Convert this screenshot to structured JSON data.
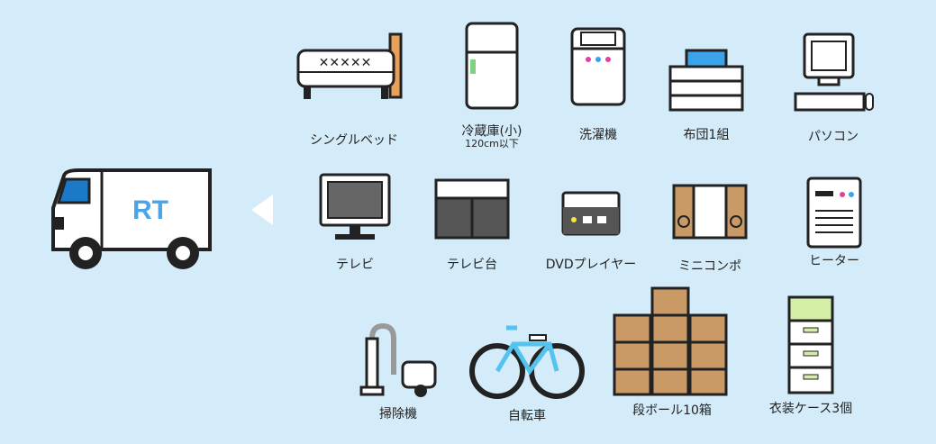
{
  "truck": {
    "logo": "RT"
  },
  "items": [
    {
      "label": "シングルベッド"
    },
    {
      "label": "冷蔵庫(小)",
      "sublabel": "120cm以下"
    },
    {
      "label": "洗濯機"
    },
    {
      "label": "布団1組"
    },
    {
      "label": "パソコン"
    },
    {
      "label": "テレビ"
    },
    {
      "label": "テレビ台"
    },
    {
      "label": "DVDプレイヤー"
    },
    {
      "label": "ミニコンポ"
    },
    {
      "label": "ヒーター"
    },
    {
      "label": "掃除機"
    },
    {
      "label": "自転車"
    },
    {
      "label": "段ボール10箱"
    },
    {
      "label": "衣装ケース3個"
    }
  ]
}
